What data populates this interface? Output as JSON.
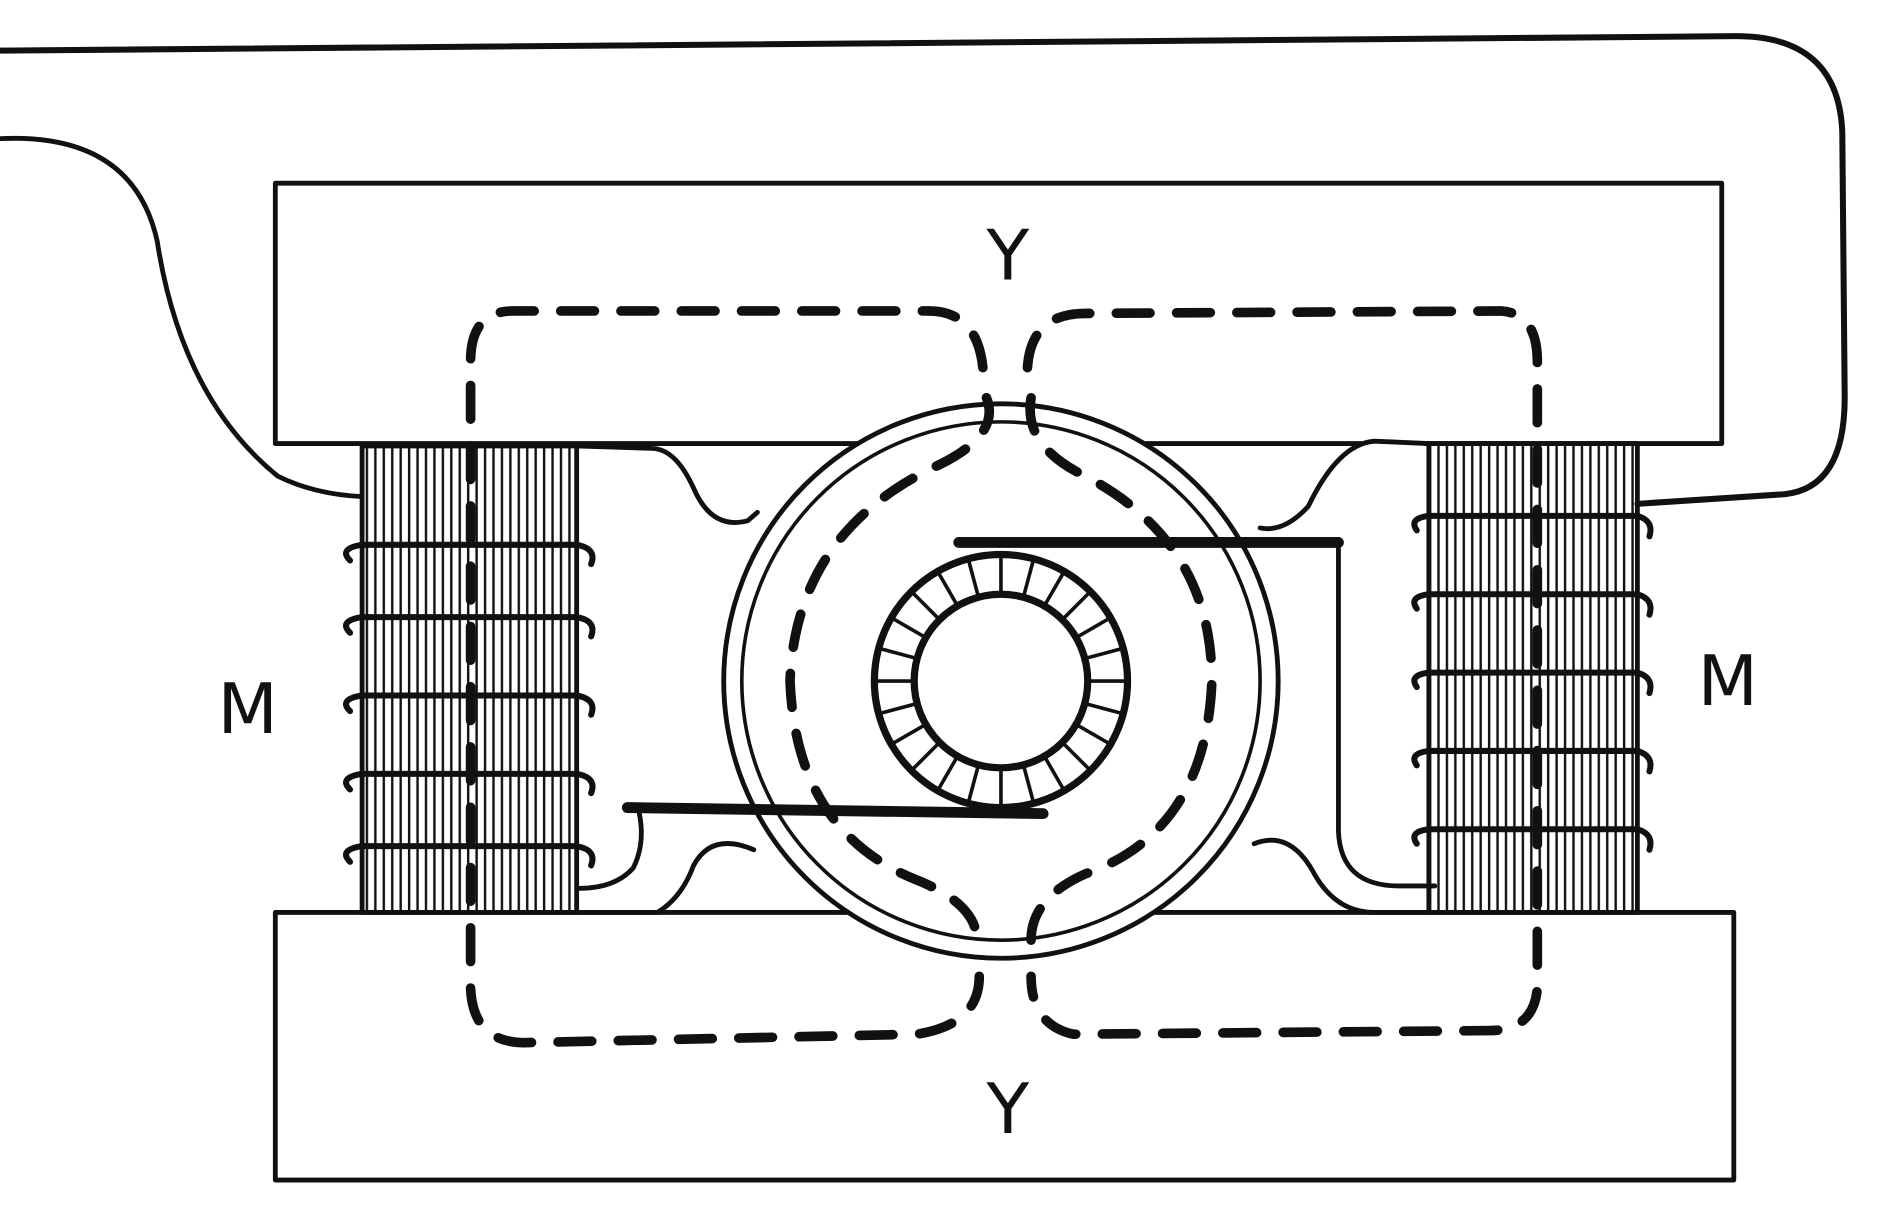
{
  "labels": {
    "yoke_top": "Y",
    "yoke_bottom": "Y",
    "magnet_left": "M",
    "magnet_right": "M"
  },
  "armature": {
    "segments": 24
  },
  "colors": {
    "ink": "#111111",
    "paper": "#ffffff"
  }
}
